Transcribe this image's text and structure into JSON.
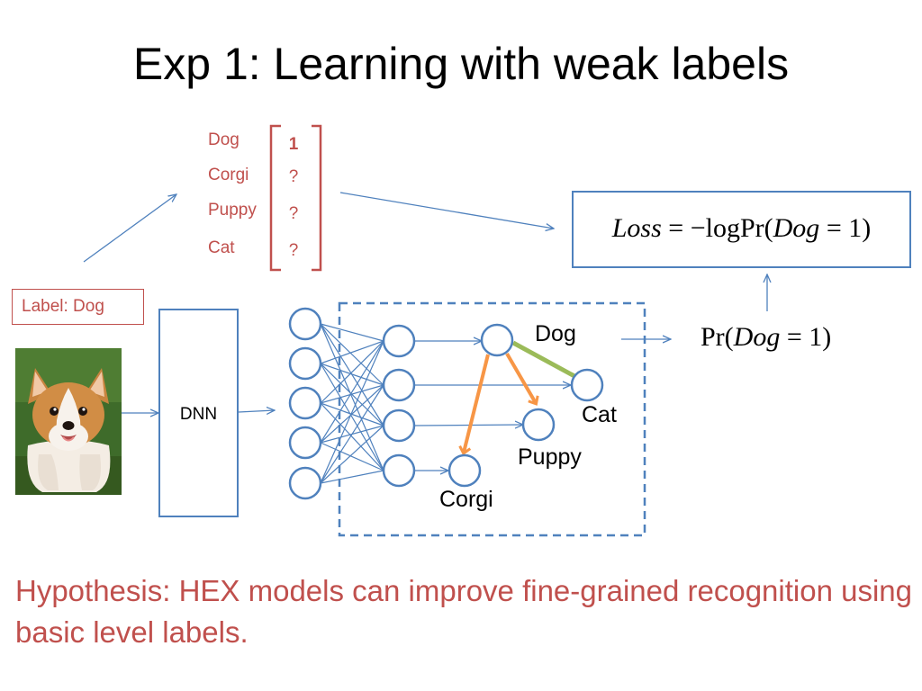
{
  "slide": {
    "title": "Exp 1: Learning with weak labels",
    "hypothesis": "Hypothesis: HEX models can improve fine-grained recognition using basic level labels."
  },
  "label_vector": {
    "rows": [
      {
        "label": "Dog",
        "value": "1"
      },
      {
        "label": "Corgi",
        "value": "?"
      },
      {
        "label": "Puppy",
        "value": "?"
      },
      {
        "label": "Cat",
        "value": "?"
      }
    ]
  },
  "input": {
    "label_text": "Label: Dog",
    "model_label": "DNN"
  },
  "hex_graph": {
    "nodes": [
      "Dog",
      "Cat",
      "Puppy",
      "Corgi"
    ]
  },
  "loss": {
    "lhs": "Loss",
    "eq": " = ",
    "neg_log_pr": "−logPr(",
    "var": "Dog",
    "rhs": " = 1)"
  },
  "probability": {
    "pr_open": "Pr(",
    "var": "Dog",
    "rhs": " = 1)"
  },
  "colors": {
    "accent_red": "#c0504d",
    "line_blue": "#4f81bd",
    "hierarchy_orange": "#f79646",
    "exclusion_green": "#9bbb59"
  }
}
